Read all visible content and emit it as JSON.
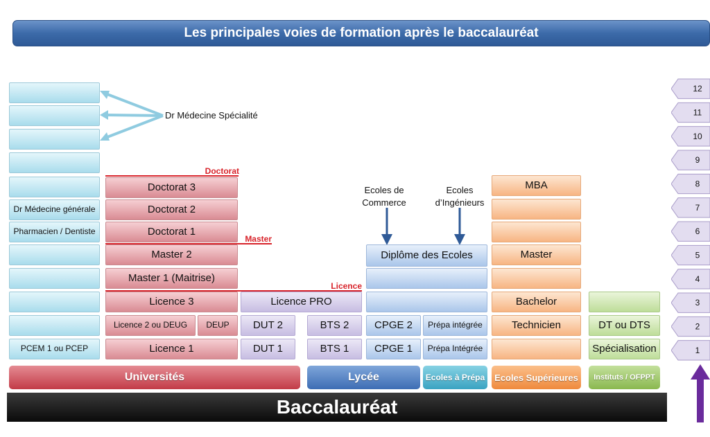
{
  "title": "Les principales voies de formation après le baccalauréat",
  "medecine_annotation": "Dr Médecine Spécialité",
  "universites": {
    "col1": {
      "dr_med": "Dr Médecine générale",
      "pharma": "Pharmacien / Dentiste",
      "pcem": "PCEM 1 ou PCEP"
    },
    "doctorat3": "Doctorat 3",
    "doctorat2": "Doctorat 2",
    "doctorat1": "Doctorat 1",
    "master2": "Master 2",
    "master1": "Master 1 (Maitrise)",
    "licence3": "Licence 3",
    "licence2": "Licence 2 ou DEUG",
    "deup": "DEUP",
    "licence1": "Licence 1",
    "licence_pro": "Licence PRO",
    "dut2": "DUT 2",
    "dut1": "DUT 1"
  },
  "separators": {
    "doctorat": "Doctorat",
    "master": "Master",
    "licence": "Licence"
  },
  "lycee": {
    "bts2": "BTS 2",
    "bts1": "BTS 1"
  },
  "ecoles": {
    "commerce": "Ecoles de Commerce",
    "ingenieurs": "Ecoles d’Ingénieurs",
    "diplome": "Diplôme des Ecoles",
    "cpge2": "CPGE 2",
    "cpge1": "CPGE 1",
    "prepa_integree2": "Prépa intégrée",
    "prepa_integree1": "Prépa Intégrée"
  },
  "superieures": {
    "mba": "MBA",
    "master": "Master",
    "bachelor": "Bachelor",
    "technicien": "Technicien"
  },
  "instituts": {
    "dt": "DT ou DTS",
    "specialisation": "Spécialisation"
  },
  "categories": {
    "universites": "Universités",
    "lycee": "Lycée",
    "ecoles_prepa": "Ecoles à Prépa",
    "ecoles_sup": "Ecoles Supérieures",
    "instituts": "Instituts / OFPPT"
  },
  "baccalaureat": "Baccalauréat",
  "years": [
    "12",
    "11",
    "10",
    "9",
    "8",
    "7",
    "6",
    "5",
    "4",
    "3",
    "2",
    "1"
  ],
  "colors": {
    "universites": "#c23b47",
    "lycee": "#3d6db4",
    "ecoles_prepa": "#3aa3c2",
    "ecoles_sup": "#ef8a3d",
    "instituts": "#8ab84f",
    "arrow": "#6a2b9c",
    "separator": "#d8232a"
  }
}
